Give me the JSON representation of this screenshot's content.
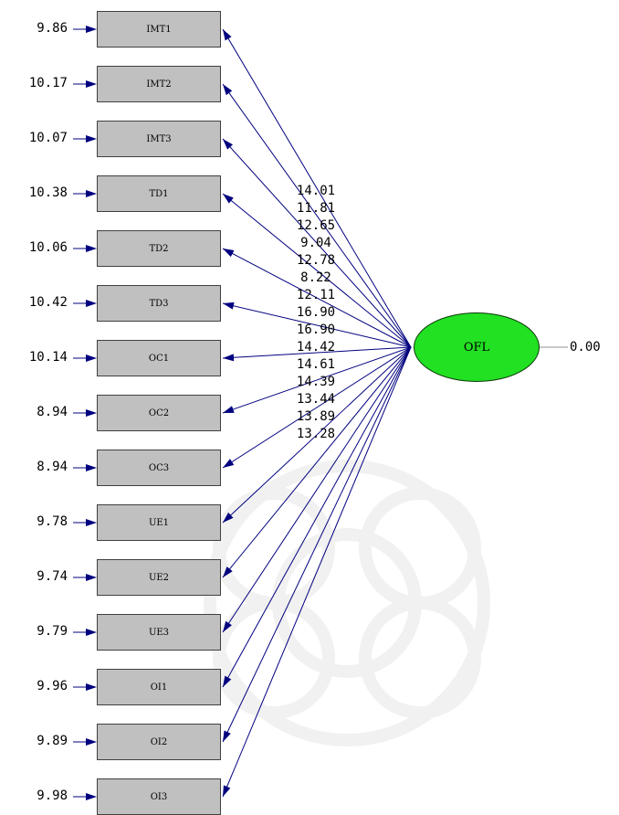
{
  "latent": {
    "label": "OFL",
    "error": "0.00"
  },
  "indicators": [
    {
      "label": "IMT1",
      "error": "9.86",
      "loading": "14.01"
    },
    {
      "label": "IMT2",
      "error": "10.17",
      "loading": "11.81"
    },
    {
      "label": "IMT3",
      "error": "10.07",
      "loading": "12.65"
    },
    {
      "label": "TD1",
      "error": "10.38",
      "loading": "9.04"
    },
    {
      "label": "TD2",
      "error": "10.06",
      "loading": "12.78"
    },
    {
      "label": "TD3",
      "error": "10.42",
      "loading": "8.22"
    },
    {
      "label": "OC1",
      "error": "10.14",
      "loading": "12.11"
    },
    {
      "label": "OC2",
      "error": "8.94",
      "loading": "16.90"
    },
    {
      "label": "OC3",
      "error": "8.94",
      "loading": "16.90"
    },
    {
      "label": "UE1",
      "error": "9.78",
      "loading": "14.42"
    },
    {
      "label": "UE2",
      "error": "9.74",
      "loading": "14.61"
    },
    {
      "label": "UE3",
      "error": "9.79",
      "loading": "14.39"
    },
    {
      "label": "OI1",
      "error": "9.96",
      "loading": "13.44"
    },
    {
      "label": "OI2",
      "error": "9.89",
      "loading": "13.89"
    },
    {
      "label": "OI3",
      "error": "9.98",
      "loading": "13.28"
    }
  ],
  "colors": {
    "arrow": "#00007f",
    "latent_fill": "#22e022",
    "box_fill": "#c0c0c0"
  }
}
